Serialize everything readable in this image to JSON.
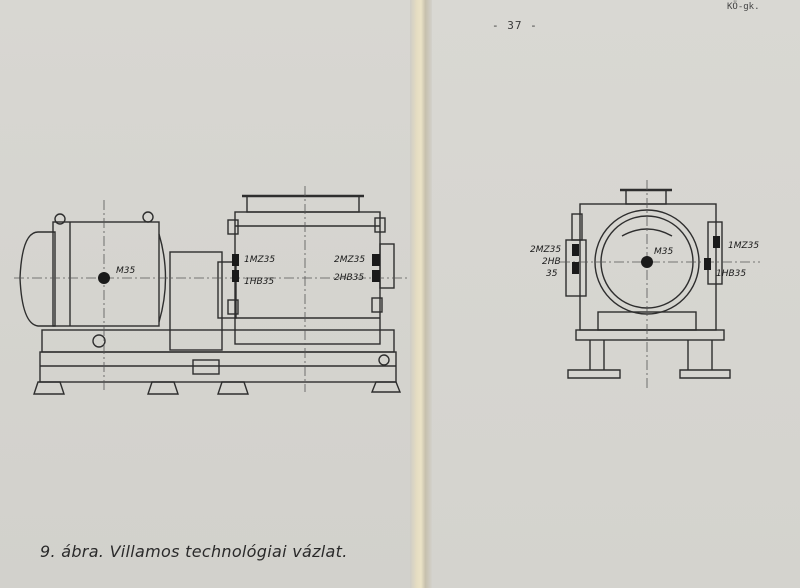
{
  "header": {
    "page_number": "- 37 -",
    "corner_mark": "KÖ-gk."
  },
  "side_view": {
    "motor_label": "M35",
    "left_switch_label_1": "1MZ35",
    "left_switch_label_2": "1HB35",
    "right_switch_label_1": "2MZ35",
    "right_switch_label_2": "2HB35"
  },
  "front_view": {
    "motor_label": "M35",
    "left_label_1": "2MZ35",
    "left_label_2": "2HB",
    "left_label_3": "35",
    "right_label_1": "1MZ35",
    "right_label_2": "1HB35"
  },
  "caption": "9. ábra. Villamos technológiai vázlat."
}
